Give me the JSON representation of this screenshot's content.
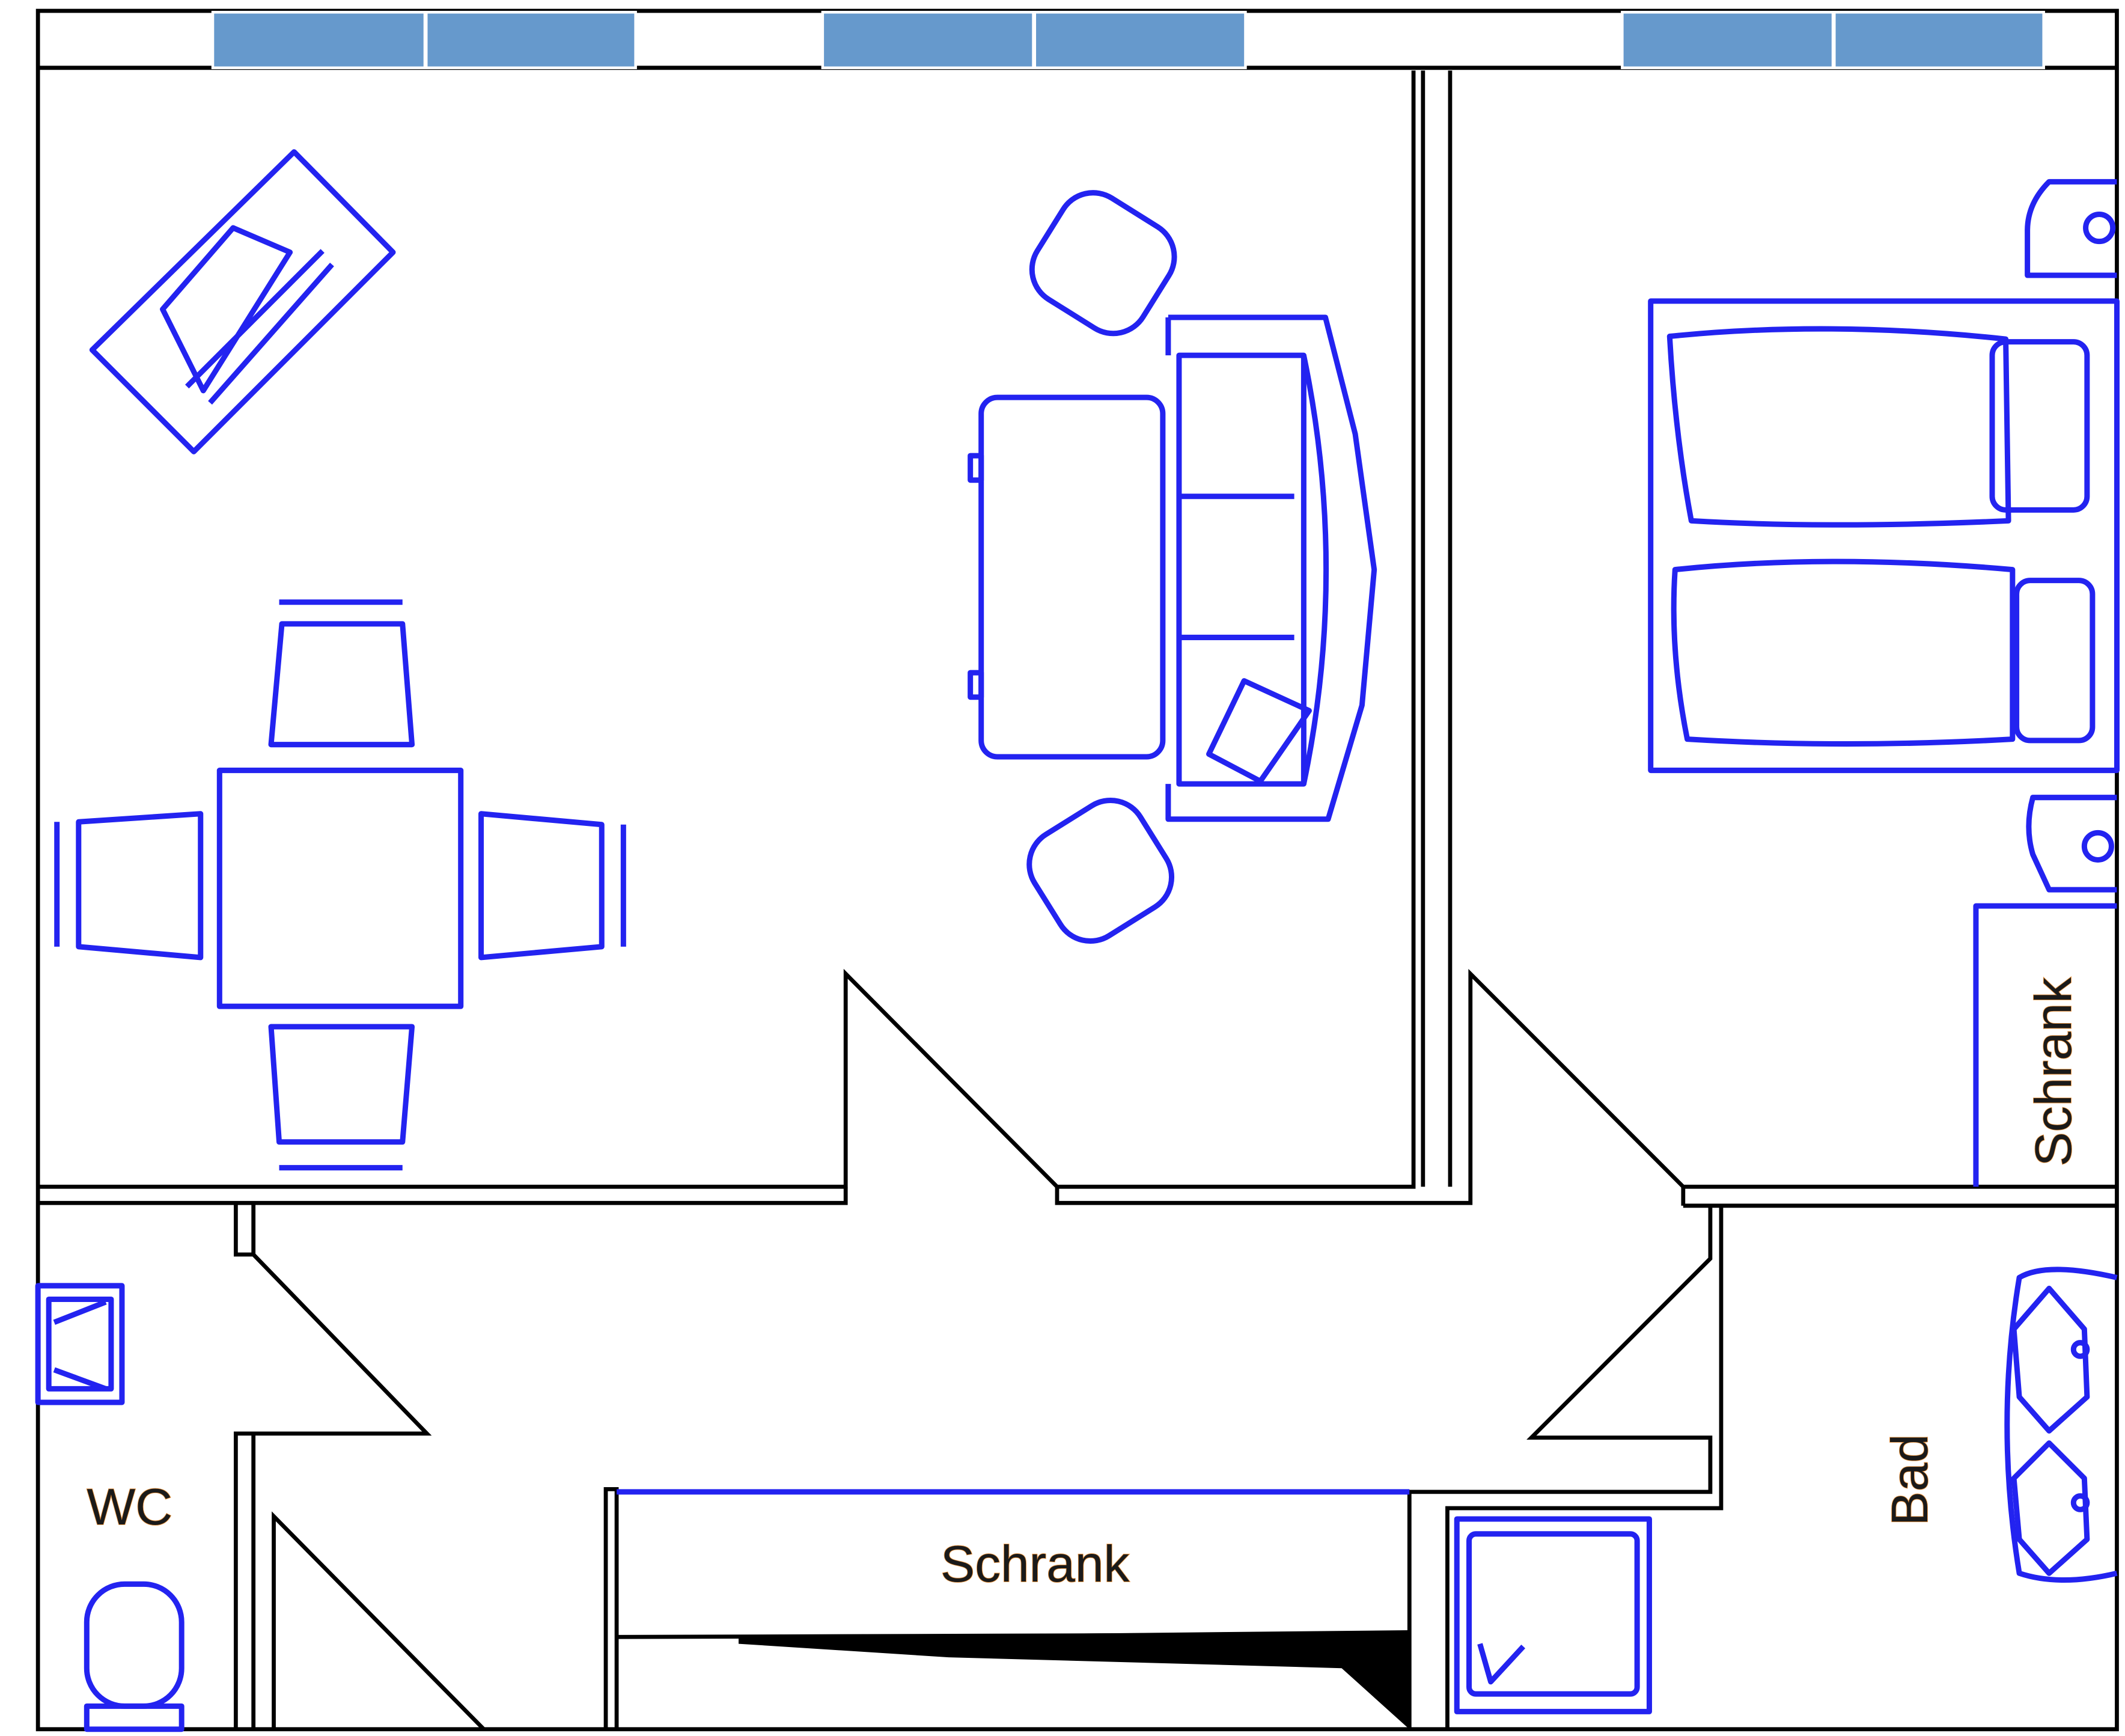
{
  "colors": {
    "furniture": "#2323f0",
    "window": "#6699cc",
    "wall": "#000000"
  },
  "labels": {
    "wc": "WC",
    "wardrobe_hall": "Schrank",
    "wardrobe_bedroom": "Schrank",
    "bathroom": "Bad"
  }
}
